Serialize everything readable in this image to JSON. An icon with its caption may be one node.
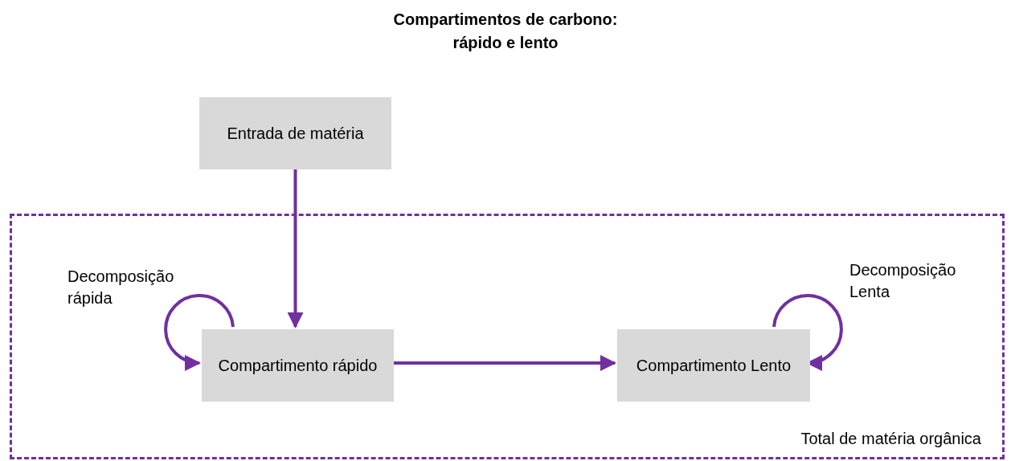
{
  "diagram": {
    "title": "Compartimentos de carbono: rápido e lento",
    "nodes": [
      {
        "text": [
          "Total de matéria orgânica"
        ]
      },
      {
        "text": [
          "Entrada de matéria"
        ]
      },
      {
        "text": [
          "Compartimento rápido"
        ],
        "in": 0
      },
      {
        "text": [
          "Compartimento Lento"
        ],
        "in": 0
      }
    ],
    "edges": [
      {
        "from": 1,
        "to": 2,
        "arrow": "to"
      },
      {
        "from": 2,
        "to": 3,
        "arrow": "to"
      },
      {
        "from": 2,
        "to": 2,
        "arrow": "to",
        "label": "Decomposição rápida"
      },
      {
        "from": 3,
        "to": 3,
        "arrow": "to",
        "label": "Decomposição Lenta"
      }
    ]
  }
}
